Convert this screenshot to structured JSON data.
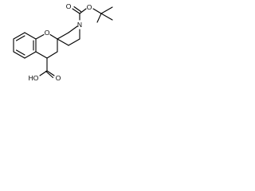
{
  "atoms": {
    "ring_oxygen": "O",
    "carbamate_carbonyl_oxygen": "O",
    "carbamate_ester_oxygen": "O",
    "piperidine_nitrogen": "N",
    "carboxylic_acid_oxygen": "O",
    "carboxylic_acid_hydroxyl": "HO"
  }
}
